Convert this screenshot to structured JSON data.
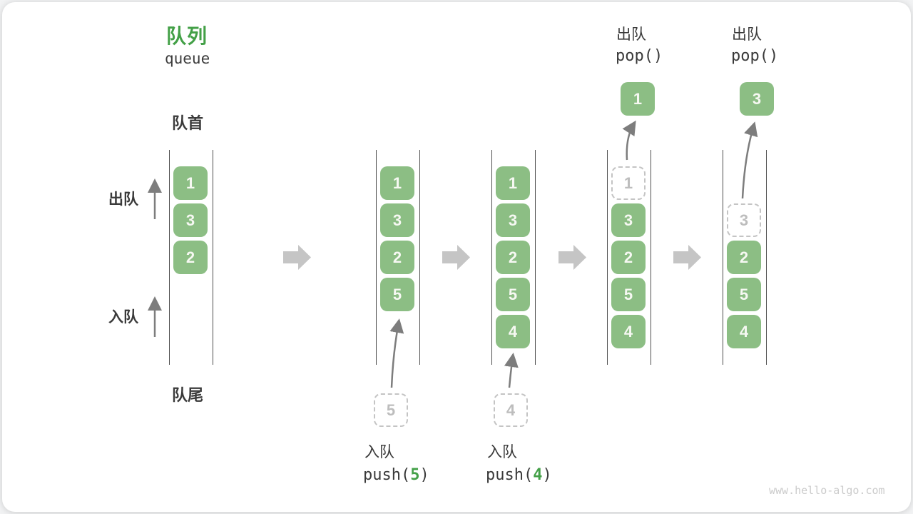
{
  "figure": {
    "title_zh": "队列",
    "title_en": "queue",
    "front_label": "队首",
    "rear_label": "队尾",
    "dequeue_side_label": "出队",
    "enqueue_side_label": "入队",
    "watermark": "www.hello-algo.com"
  },
  "colors": {
    "accent_green": "#43a047",
    "box_green": "#8cbe84",
    "dashed_gray": "#c4c4c4",
    "rail_gray": "#4f4f4f",
    "thin_arrow_gray": "#7d7d7d",
    "block_arrow_gray": "#c5c5c5",
    "text_dark": "#3a3a3a"
  },
  "steps": [
    {
      "name": "initial",
      "boxes": [
        "1",
        "3",
        "2"
      ]
    },
    {
      "name": "push-5",
      "boxes": [
        "1",
        "3",
        "2",
        "5"
      ],
      "incoming_value": "5",
      "op_label": "入队",
      "op_fn": "push(",
      "op_arg": "5",
      "op_close": ")"
    },
    {
      "name": "push-4",
      "boxes": [
        "1",
        "3",
        "2",
        "5",
        "4"
      ],
      "incoming_value": "4",
      "op_label": "入队",
      "op_fn": "push(",
      "op_arg": "4",
      "op_close": ")"
    },
    {
      "name": "pop-1",
      "removed_value": "1",
      "boxes": [
        "3",
        "2",
        "5",
        "4"
      ],
      "op_label": "出队",
      "op_code": "pop()",
      "popped_value": "1"
    },
    {
      "name": "pop-3",
      "removed_value": "3",
      "boxes": [
        "2",
        "5",
        "4"
      ],
      "op_label": "出队",
      "op_code": "pop()",
      "popped_value": "3"
    }
  ]
}
